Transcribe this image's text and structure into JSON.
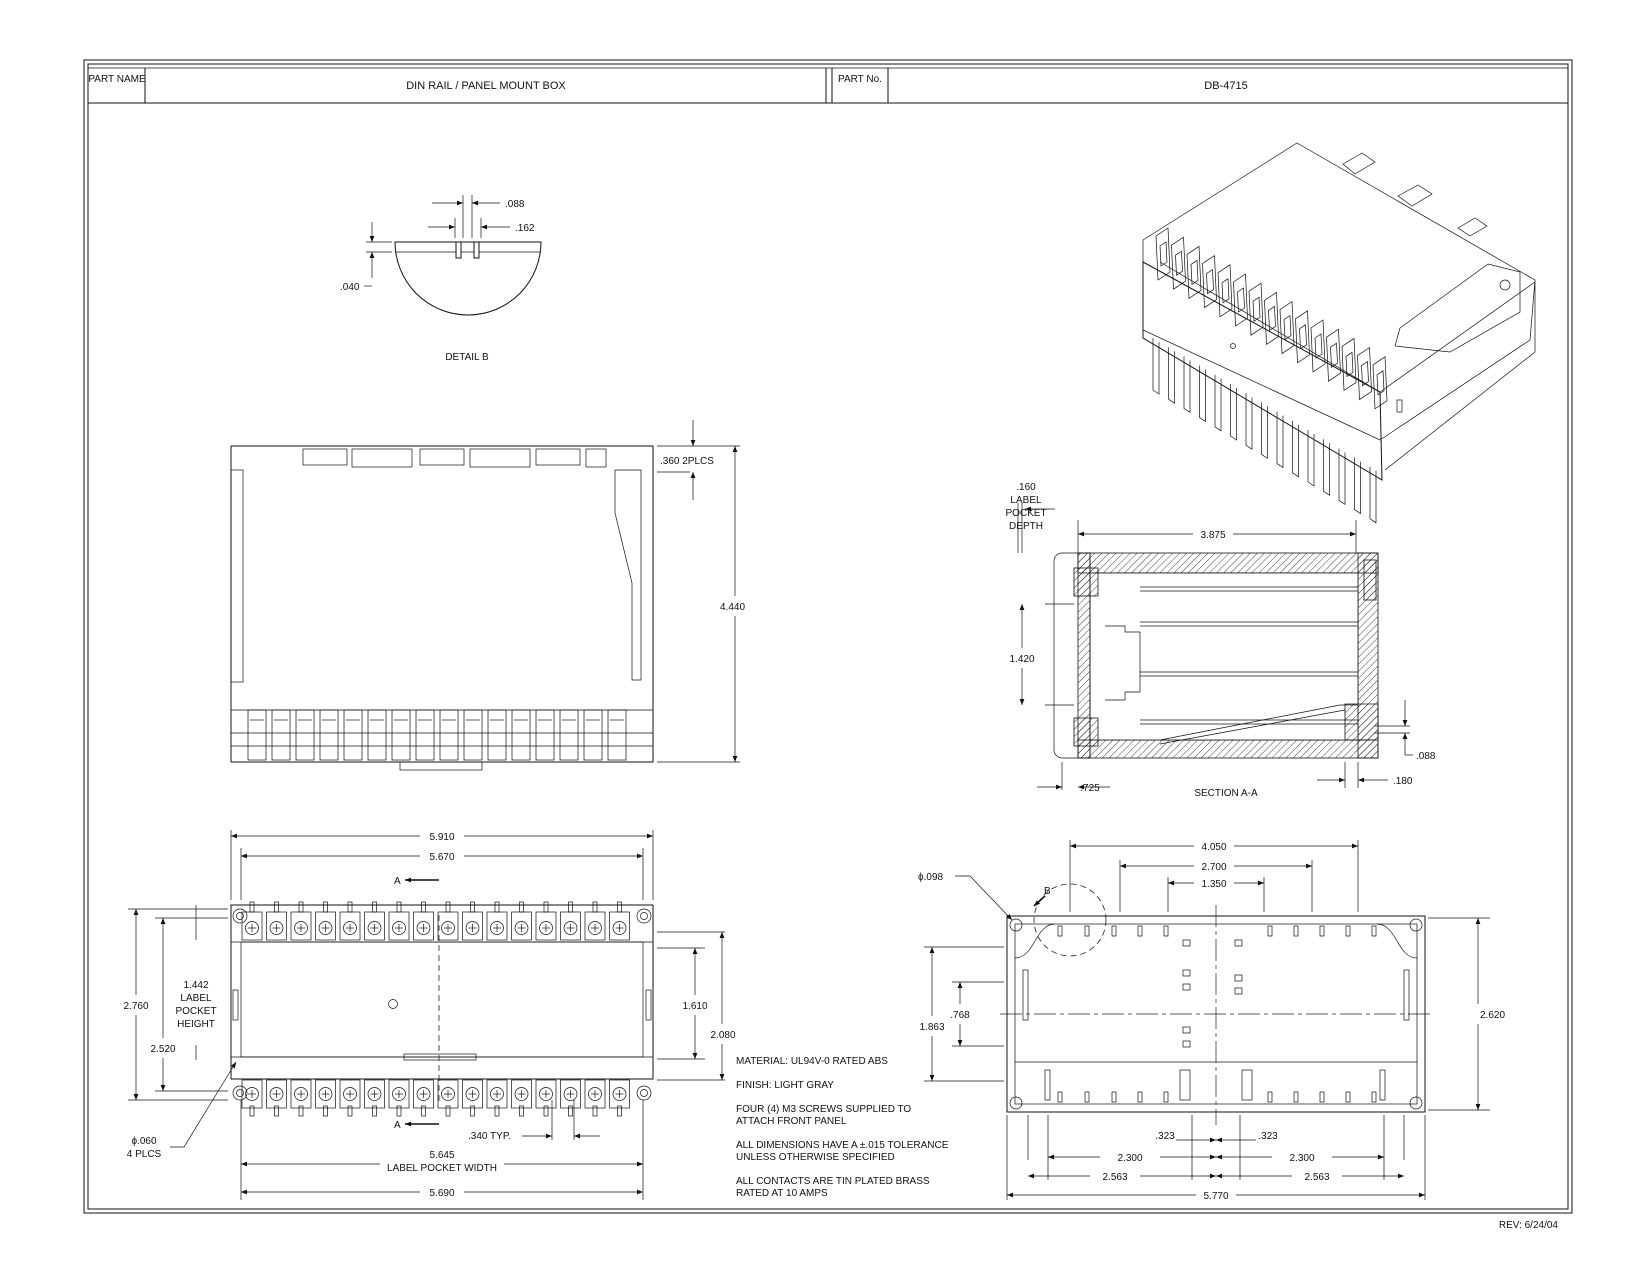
{
  "title_block": {
    "part_name_label": "PART NAME",
    "part_name_value": "DIN RAIL / PANEL MOUNT BOX",
    "part_no_label": "PART No.",
    "part_no_value": "DB-4715"
  },
  "revision": "REV: 6/24/04",
  "detail_b": {
    "label": "DETAIL B",
    "dims": {
      "a": ".088",
      "b": ".162",
      "c": ".040"
    }
  },
  "side_view": {
    "dims": {
      "clip": ".360  2PLCS",
      "height": "4.440"
    }
  },
  "section_aa": {
    "label": "SECTION A-A",
    "pocket_depth": [
      ".160",
      "LABEL",
      "POCKET",
      "DEPTH"
    ],
    "dims": {
      "width": "3.875",
      "inner": "1.420",
      "lip": ".725",
      "slot": ".088",
      "wall": ".180"
    }
  },
  "front_view": {
    "dims": {
      "overall": "5.910",
      "rail": "5.670",
      "height": "2.760",
      "inner_h": "2.520",
      "pocket_h": [
        "1.442",
        "LABEL",
        "POCKET",
        "HEIGHT"
      ],
      "window": "1.610",
      "body_h": "2.080",
      "pitch": ".340 TYP.",
      "pocket_w": [
        "5.645",
        "LABEL POCKET WIDTH"
      ],
      "bottom": "5.690",
      "hole": [
        "ϕ.060",
        "4 PLCS"
      ]
    },
    "section_mark": "A"
  },
  "rear_view": {
    "dims": {
      "hole": "ϕ.098",
      "detail_mark": "B",
      "top1": "4.050",
      "top2": "2.700",
      "top3": "1.350",
      "left1": ".768",
      "left2": "1.863",
      "right": "2.620",
      "c1": ".323",
      "c2": ".323",
      "w1": "2.300",
      "w2": "2.300",
      "w3": "2.563",
      "w4": "2.563",
      "overall": "5.770"
    }
  },
  "notes": [
    [
      "MATERIAL: UL94V-0 RATED ABS"
    ],
    [
      "FINISH: LIGHT GRAY"
    ],
    [
      "FOUR (4) M3 SCREWS SUPPLIED TO",
      "ATTACH FRONT PANEL"
    ],
    [
      "ALL DIMENSIONS HAVE A ±.015 TOLERANCE",
      "UNLESS OTHERWISE SPECIFIED"
    ],
    [
      "ALL CONTACTS ARE TIN PLATED BRASS",
      "RATED AT 10 AMPS"
    ]
  ]
}
